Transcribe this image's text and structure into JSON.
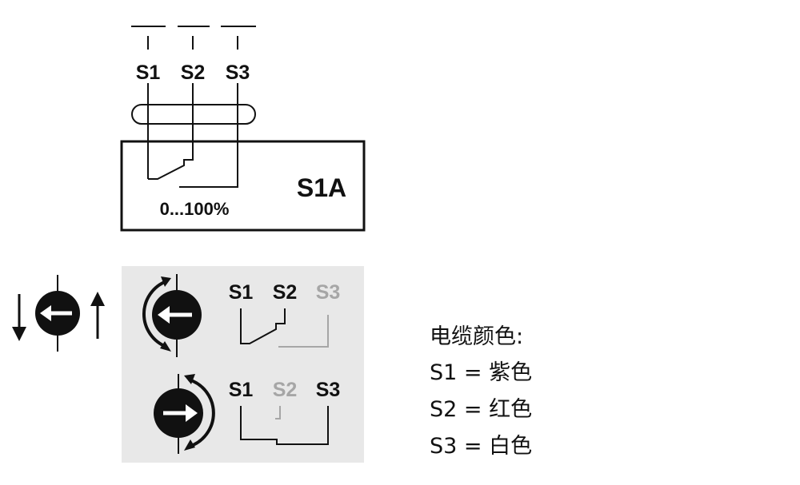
{
  "top_diagram": {
    "terminals": [
      "S1",
      "S2",
      "S3"
    ],
    "module_label": "S1A",
    "range_label": "0...100%"
  },
  "panel": {
    "upper": {
      "labels": [
        "S1",
        "S2",
        "S3"
      ]
    },
    "lower": {
      "labels": [
        "S1",
        "S2",
        "S3"
      ]
    }
  },
  "legend": {
    "title": "电缆颜色:",
    "items": [
      "S1 = 紫色",
      "S2 = 红色",
      "S3 = 白色"
    ]
  },
  "colors": {
    "ink": "#111111",
    "inactive": "#a6a6a6",
    "panel_bg": "#e8e8e8"
  }
}
